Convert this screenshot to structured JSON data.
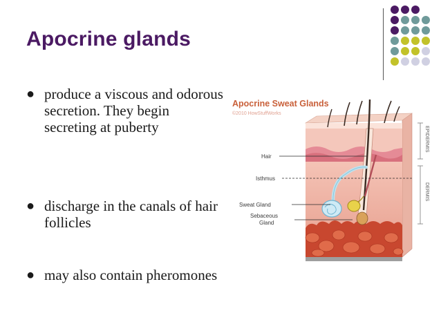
{
  "slide": {
    "title": "Apocrine glands",
    "bullets": [
      {
        "icon": "bullet-icon",
        "text": "produce a viscous and odorous secretion. They begin secreting at puberty"
      },
      {
        "icon": "bullet-icon",
        "text": "discharge in the canals of hair follicles"
      },
      {
        "icon": "bullet-icon",
        "text": "may also contain pheromones"
      }
    ]
  },
  "figure": {
    "title": "Apocrine Sweat Glands",
    "copyright": "©2010 HowStuffWorks",
    "labels": {
      "hair": "Hair",
      "isthmus": "Isthmus",
      "sweat_gland": "Sweat Gland",
      "sebaceous_1": "Sebaceous",
      "sebaceous_2": "Gland",
      "epidermis": "EPIDERMIS",
      "dermis": "DERMIS"
    }
  },
  "colors": {
    "title": "#4b1a63",
    "dot_purple": "#4b1a63",
    "dot_teal": "#6f9a9a",
    "dot_olive": "#c2c22a",
    "dot_lavender": "#d0d0e2",
    "figure_title": "#c9603a"
  }
}
